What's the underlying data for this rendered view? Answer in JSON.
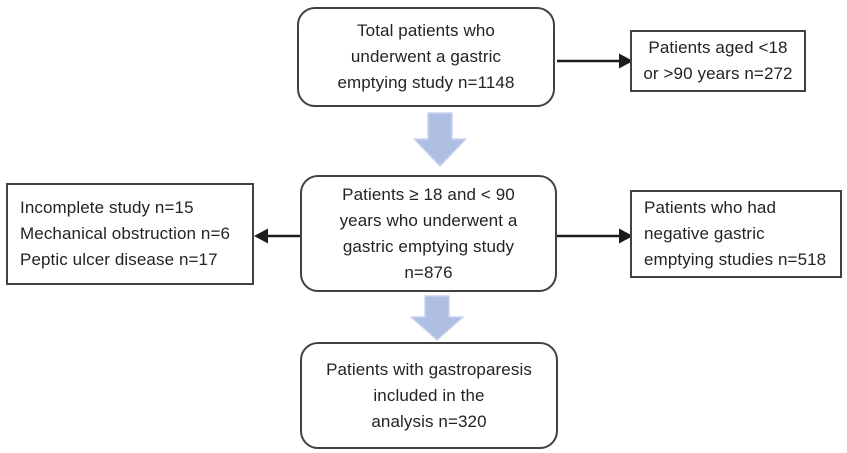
{
  "colors": {
    "background": "#ffffff",
    "box_border": "#414141",
    "text_color": "#232323",
    "arrow_black": "#1c1c1c",
    "block_arrow_fill": "#afbfe3",
    "block_arrow_stroke": "#c9d4ee"
  },
  "nodes": {
    "total_patients": {
      "lines": [
        "Total patients who",
        "underwent a gastric",
        "emptying study n=1148"
      ]
    },
    "excluded_age": {
      "lines": [
        "Patients aged <18",
        "or >90 years n=272"
      ]
    },
    "eligible": {
      "lines": [
        "Patients ≥ 18 and < 90",
        "years who underwent a",
        "gastric emptying study",
        "n=876"
      ]
    },
    "excluded_reasons": {
      "lines": [
        "Incomplete study n=15",
        "Mechanical obstruction n=6",
        "Peptic ulcer disease n=17"
      ]
    },
    "negative_studies": {
      "lines": [
        "Patients who had",
        "negative gastric",
        "emptying studies n=518"
      ]
    },
    "included_final": {
      "lines": [
        "Patients with gastroparesis",
        "included in the",
        "analysis n=320"
      ]
    }
  }
}
